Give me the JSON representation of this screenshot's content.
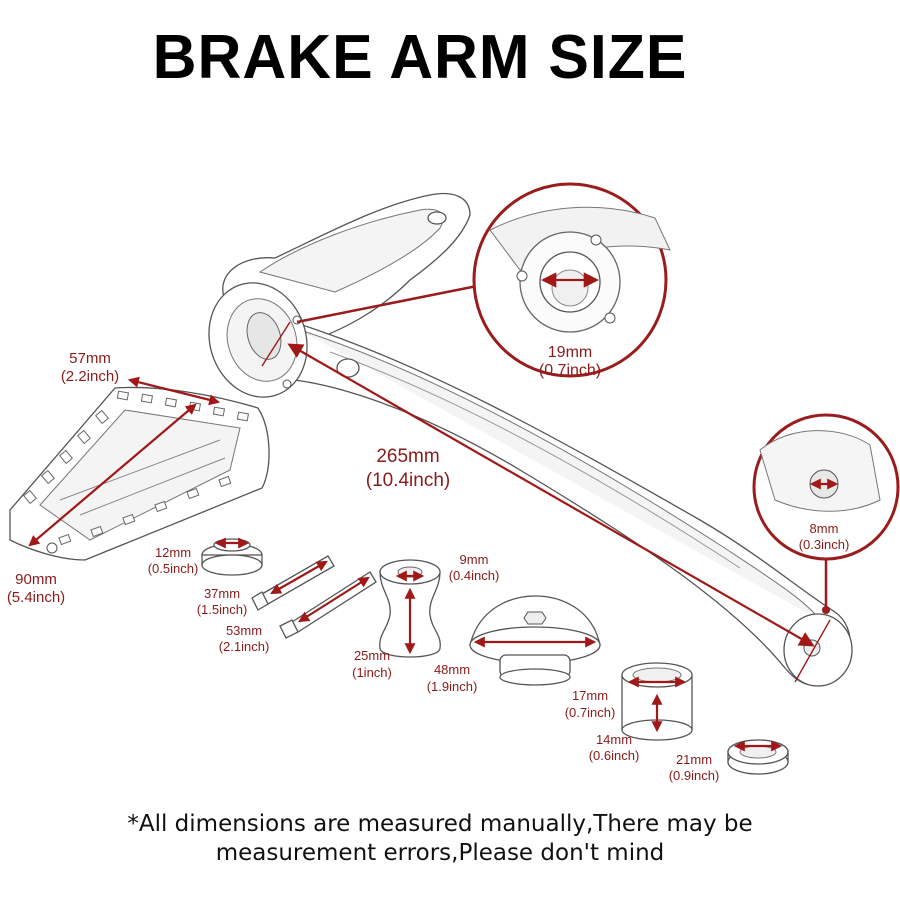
{
  "title": "BRAKE ARM SIZE",
  "dimensions": {
    "arm_length": {
      "mm": "265mm",
      "inch": "(10.4inch)"
    },
    "pivot_bore": {
      "mm": "19mm",
      "inch": "(0.7inch)"
    },
    "end_hole": {
      "mm": "8mm",
      "inch": "(0.3inch)"
    },
    "peg_width": {
      "mm": "57mm",
      "inch": "(2.2inch)"
    },
    "peg_length": {
      "mm": "90mm",
      "inch": "(5.4inch)"
    },
    "bushing_top": {
      "mm": "12mm",
      "inch": "(0.5inch)"
    },
    "bolt_short": {
      "mm": "37mm",
      "inch": "(1.5inch)"
    },
    "bolt_long": {
      "mm": "53mm",
      "inch": "(2.1inch)"
    },
    "spacer_hole": {
      "mm": "9mm",
      "inch": "(0.4inch)"
    },
    "spacer_height": {
      "mm": "25mm",
      "inch": "(1inch)"
    },
    "dome_cap": {
      "mm": "48mm",
      "inch": "(1.9inch)"
    },
    "sleeve_diameter": {
      "mm": "17mm",
      "inch": "(0.7inch)"
    },
    "sleeve_height": {
      "mm": "14mm",
      "inch": "(0.6inch)"
    },
    "washer": {
      "mm": "21mm",
      "inch": "(0.9inch)"
    }
  },
  "footnote": {
    "line1": "*All dimensions are measured manually,There may be",
    "line2": "measurement errors,Please don't mind"
  },
  "colors": {
    "accent": "#a01818",
    "label": "#8b1a1a",
    "outline": "#555555"
  }
}
